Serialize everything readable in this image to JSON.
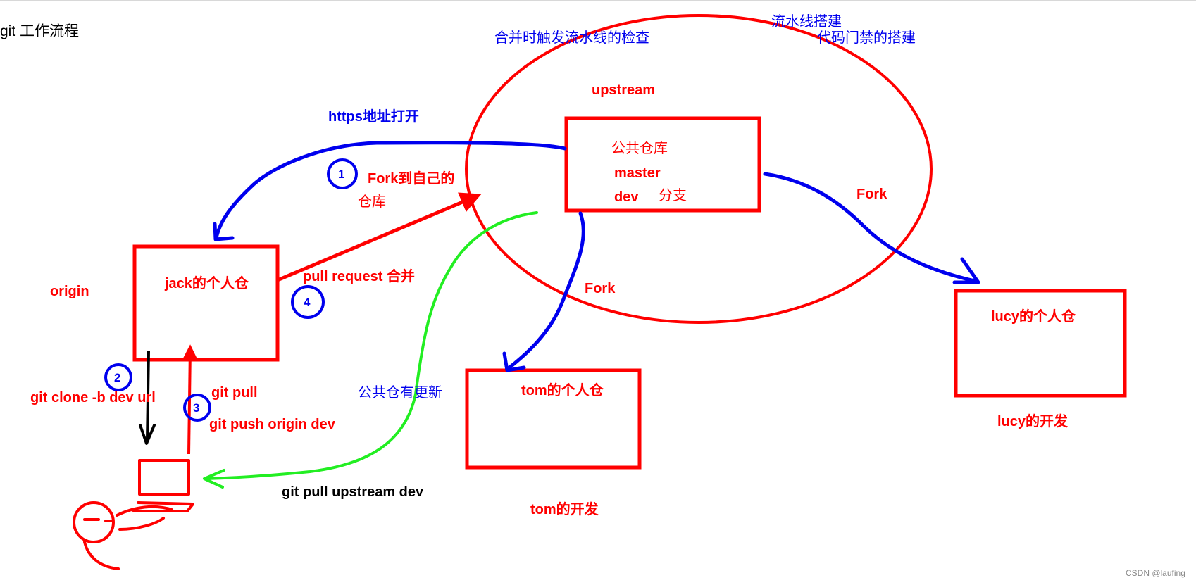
{
  "title": "git 工作流程",
  "labels": {
    "pipeline_build": "流水线搭建",
    "merge_trigger": "合并时触发流水线的检查",
    "gate_build": "代码门禁的搭建",
    "upstream": "upstream",
    "https_open": "https地址打开",
    "public_repo": "公共仓库",
    "master": "master",
    "dev": "dev",
    "branch": "分支",
    "fork_self_1": "Fork到自己的",
    "fork_self_2": "仓库",
    "fork_right": "Fork",
    "fork_bottom": "Fork",
    "origin": "origin",
    "jack_repo": "jack的个人仓",
    "pull_request": "pull request 合并",
    "lucy_repo": "lucy的个人仓",
    "lucy_dev": "lucy的开发",
    "git_clone": "git clone -b dev  url",
    "git_pull": "git pull",
    "git_push": "git push origin dev",
    "public_updated": "公共仓有更新",
    "tom_repo": "tom的个人仓",
    "git_pull_upstream": "git pull upstream dev",
    "tom_dev": "tom的开发",
    "watermark": "CSDN @laufing"
  },
  "steps": {
    "s1": "1",
    "s2": "2",
    "s3": "3",
    "s4": "4"
  },
  "colors": {
    "red": "#ff0000",
    "blue": "#0000ee",
    "green": "#22ee22",
    "black": "#000000",
    "gray": "#888888"
  }
}
